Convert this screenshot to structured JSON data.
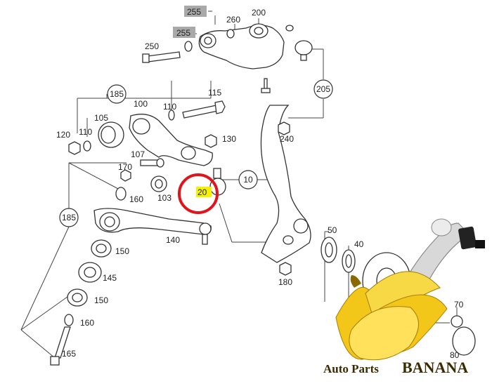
{
  "diagram": {
    "labels": {
      "p255a": "255",
      "p255b": "255",
      "p260": "260",
      "p200": "200",
      "p250": "250",
      "p185a": "185",
      "p100": "100",
      "p110a": "110",
      "p115": "115",
      "p205": "205",
      "p105": "105",
      "p120": "120",
      "p110b": "110",
      "p130": "130",
      "p240": "240",
      "p107": "107",
      "p170": "170",
      "p10": "10",
      "p103": "103",
      "p160a": "160",
      "p20": "20",
      "p185b": "185",
      "p50": "50",
      "p40": "40",
      "p150a": "150",
      "p140": "140",
      "p145": "145",
      "p180": "180",
      "p150b": "150",
      "p160b": "160",
      "p70": "70",
      "p80": "80",
      "p165": "165"
    },
    "highlight_color": "#f4f200",
    "marker_color": "#e0151b",
    "tag_color": "#a9a9a9"
  },
  "watermark": {
    "brand_prefix": "Auto Parts",
    "brand_name": "BANANA"
  }
}
